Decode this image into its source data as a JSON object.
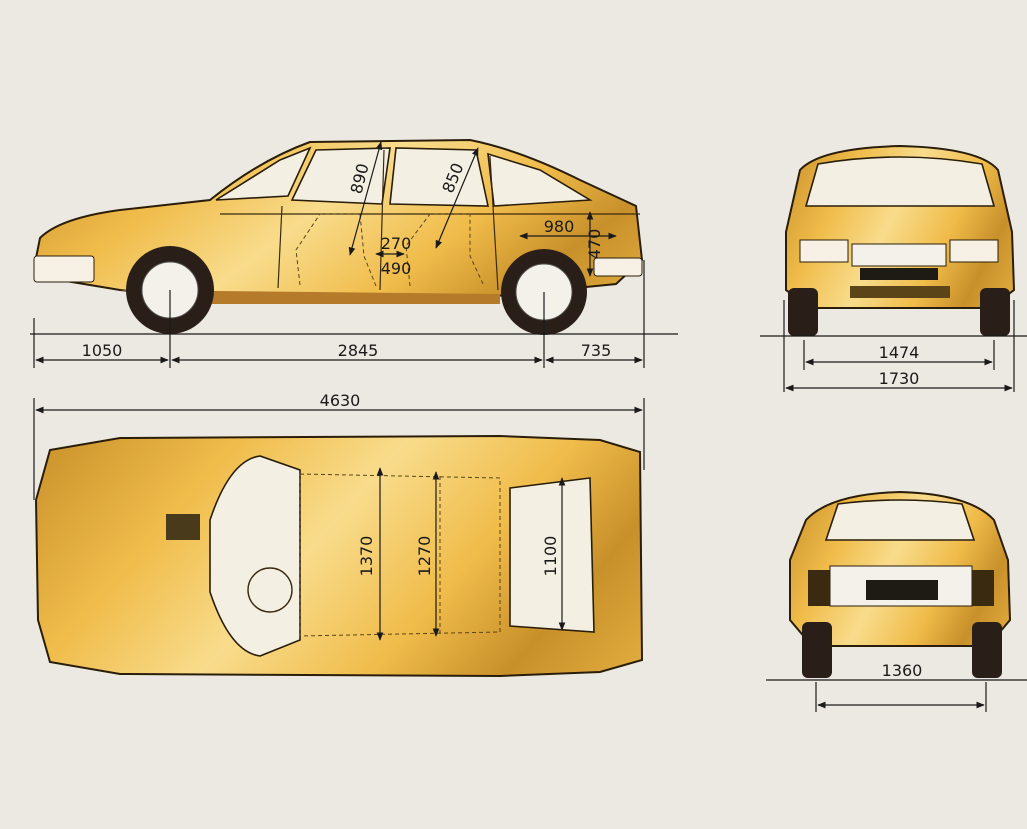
{
  "colors": {
    "paint": "#f0bc4a",
    "paint_light": "#f8dc8c",
    "paint_dark": "#c8902a",
    "tyre": "#2a1f18",
    "background": "#ece9e2",
    "ink": "#1a1a1a"
  },
  "side_view": {
    "dims": {
      "headroom_front": "890",
      "headroom_rear": "850",
      "legroom_a": "270",
      "legroom_b": "490",
      "boot_length": "980",
      "boot_height": "470"
    },
    "length_dims": {
      "front_overhang": "1050",
      "wheelbase": "2845",
      "rear_overhang": "735"
    }
  },
  "overall_length": "4630",
  "top_view": {
    "dims": {
      "width_front": "1370",
      "width_rear": "1270",
      "boot_width": "1100"
    }
  },
  "front_view": {
    "dims": {
      "front_track": "1474",
      "overall_width": "1730"
    }
  },
  "rear_view": {
    "dims": {
      "rear_track": "1360"
    }
  }
}
